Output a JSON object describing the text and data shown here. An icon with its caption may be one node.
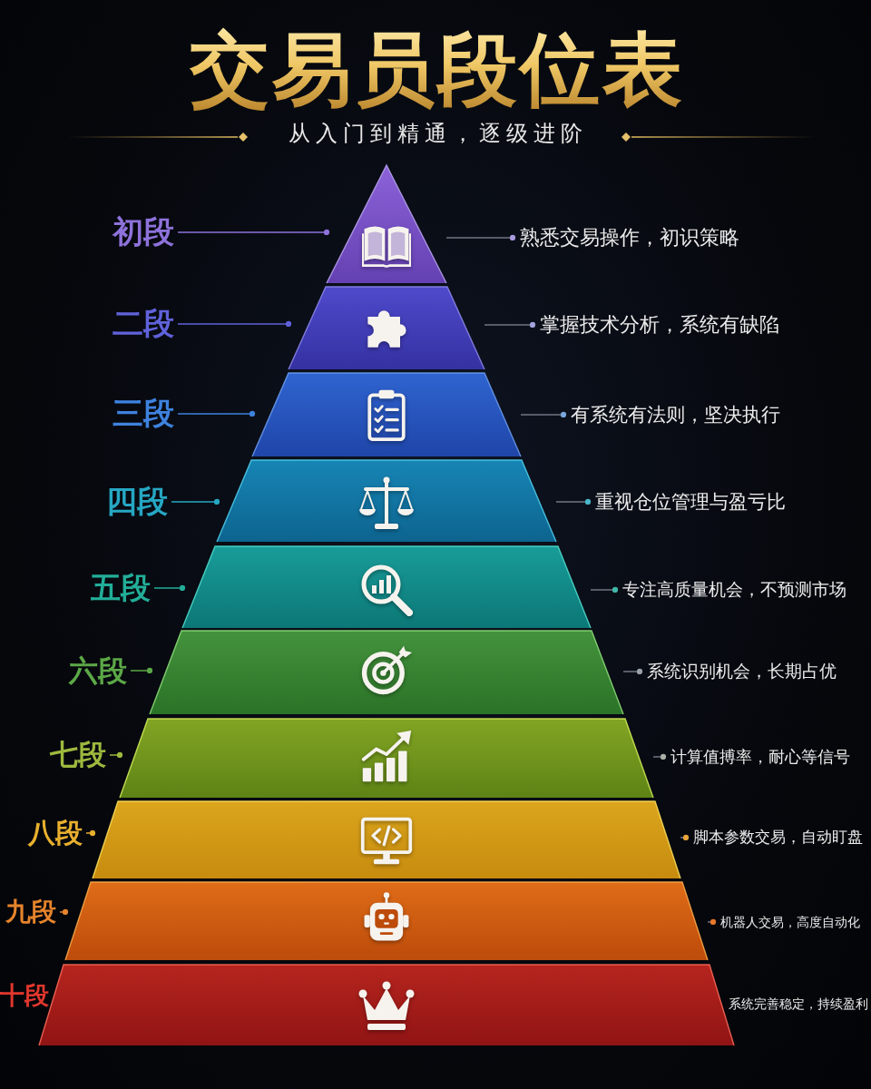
{
  "diagram": {
    "title": "交易员段位表",
    "nodes": [
      {
        "text": [
          "初段"
        ]
      },
      {
        "text": [],
        "shape": "triangle"
      },
      {
        "text": [
          "熟悉交易操作，初识策略"
        ]
      },
      {
        "text": [
          "二段"
        ]
      },
      {
        "text": [],
        "shape": "trapezoid"
      },
      {
        "text": [
          "掌握技术分析，系统有缺陷"
        ]
      },
      {
        "text": [
          "三段"
        ]
      },
      {
        "text": [],
        "shape": "trapezoid"
      },
      {
        "text": [
          "有系统有法则，坚决执行"
        ]
      },
      {
        "text": [
          "四段"
        ]
      },
      {
        "text": [],
        "shape": "trapezoid"
      },
      {
        "text": [
          "重视仓位管理与盈亏比"
        ]
      },
      {
        "text": [
          "五段"
        ]
      },
      {
        "text": [],
        "shape": "trapezoid"
      },
      {
        "text": [
          "专注高质量机会，不预测市场"
        ]
      },
      {
        "text": [
          "六段"
        ]
      },
      {
        "text": [],
        "shape": "trapezoid"
      },
      {
        "text": [
          "系统识别机会，长期占优"
        ]
      },
      {
        "text": [
          "七段"
        ]
      },
      {
        "text": [],
        "shape": "trapezoid"
      },
      {
        "text": [
          "计算值搏率，耐心等信号"
        ]
      },
      {
        "text": [
          "八段"
        ]
      },
      {
        "text": [],
        "shape": "trapezoid"
      },
      {
        "text": [
          "脚本参数交易，自动盯盘"
        ]
      },
      {
        "text": [
          "九段"
        ]
      },
      {
        "text": [],
        "shape": "trapezoid"
      },
      {
        "text": [
          "机器人交易，高度自动化"
        ]
      },
      {
        "text": [],
        "shape": "trapezoid",
        "beside": [
          "十段",
          "系统完善稳定，持续盈利"
        ]
      }
    ],
    "edges": [
      {
        "from": 0,
        "to": 1,
        "arrow": "other",
        "color": "#8e72db"
      },
      {
        "from": 1,
        "to": 2,
        "arrow": "other"
      },
      {
        "from": 3,
        "to": 4,
        "arrow": "other",
        "color": "#6062da"
      },
      {
        "from": 4,
        "to": 5,
        "arrow": "other"
      },
      {
        "from": 6,
        "to": 7,
        "arrow": "other",
        "color": "#3e82df"
      },
      {
        "from": 7,
        "to": 8,
        "arrow": "other"
      },
      {
        "from": 9,
        "to": 10,
        "arrow": "other",
        "color": "#26a7c3"
      },
      {
        "from": 10,
        "to": 11,
        "arrow": "other"
      },
      {
        "from": 12,
        "to": 13,
        "arrow": "other",
        "color": "#22ae99"
      },
      {
        "from": 13,
        "to": 14,
        "arrow": "other"
      },
      {
        "from": 15,
        "to": 16,
        "arrow": "other",
        "color": "#5ca847"
      },
      {
        "from": 16,
        "to": 17,
        "arrow": "other"
      },
      {
        "from": 18,
        "to": 19,
        "arrow": "other",
        "color": "#9eb93e"
      },
      {
        "from": 19,
        "to": 20,
        "arrow": "other"
      },
      {
        "from": 21,
        "to": 22,
        "arrow": "other",
        "color": "#e8b02e"
      },
      {
        "from": 22,
        "to": 23,
        "arrow": "other"
      },
      {
        "from": 24,
        "to": 25,
        "arrow": "other",
        "color": "#e6842c"
      },
      {
        "from": 25,
        "to": 26,
        "arrow": "other"
      }
    ],
    "labels": [
      "从入门到精通，逐级进阶"
    ]
  }
}
